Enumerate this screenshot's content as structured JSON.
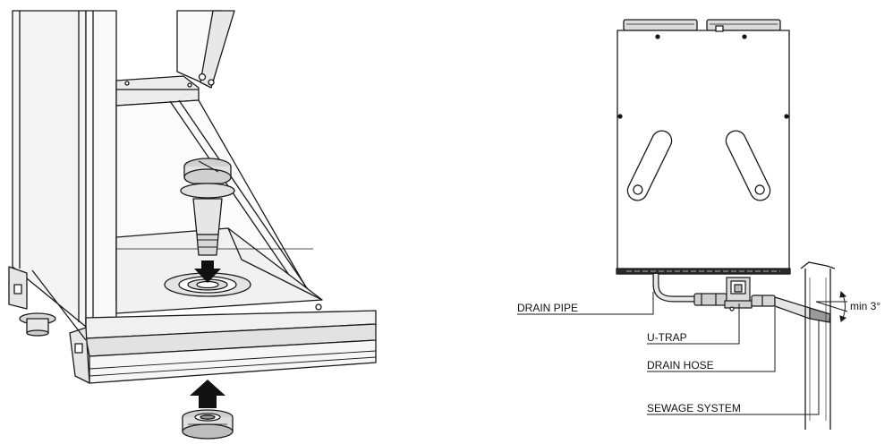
{
  "labels": {
    "drain_pipe": "DRAIN PIPE",
    "u_trap": "U-TRAP",
    "drain_hose": "DRAIN HOSE",
    "sewage_system": "SEWAGE SYSTEM",
    "min_slope": "min 3°"
  },
  "colors": {
    "line": "#1a1a1a",
    "fill_light": "#ededed",
    "fill_mid": "#d4d4d4",
    "fill_dark": "#9a9a9a"
  }
}
